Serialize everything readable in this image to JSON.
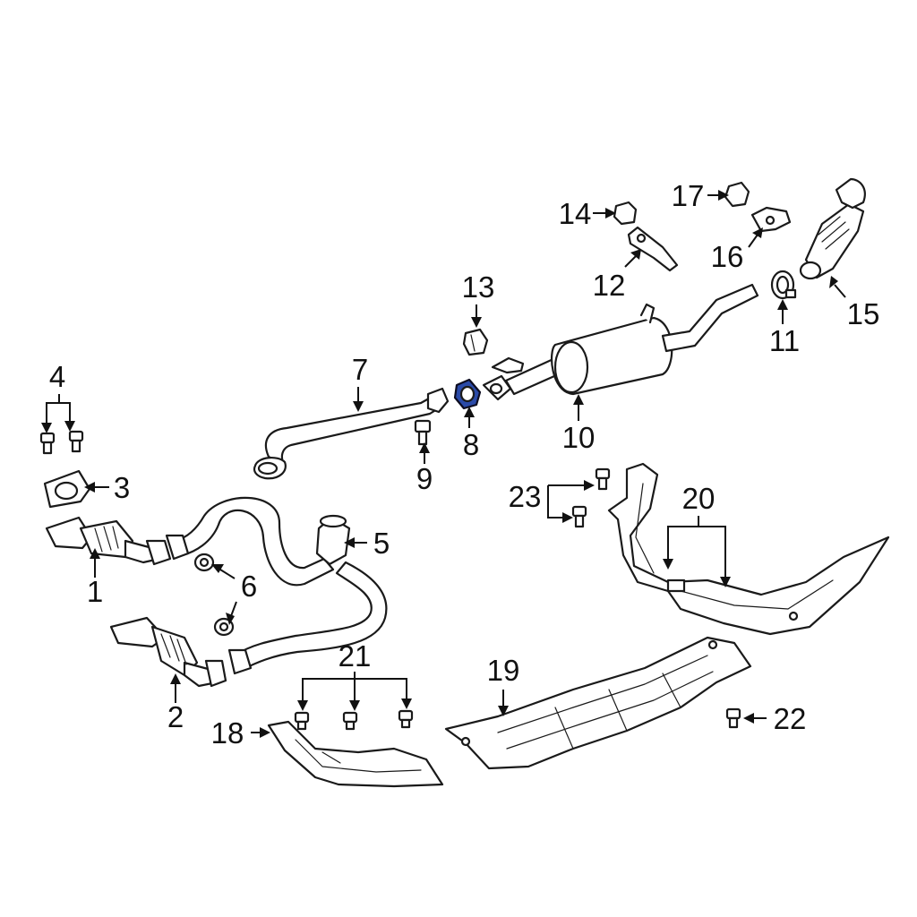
{
  "diagram": {
    "selected_part": "8",
    "callouts": [
      {
        "id": "1",
        "text": "1"
      },
      {
        "id": "2",
        "text": "2"
      },
      {
        "id": "3",
        "text": "3"
      },
      {
        "id": "4",
        "text": "4"
      },
      {
        "id": "5",
        "text": "5"
      },
      {
        "id": "6",
        "text": "6"
      },
      {
        "id": "7",
        "text": "7"
      },
      {
        "id": "8",
        "text": "8"
      },
      {
        "id": "9",
        "text": "9"
      },
      {
        "id": "10",
        "text": "10"
      },
      {
        "id": "11",
        "text": "11"
      },
      {
        "id": "12",
        "text": "12"
      },
      {
        "id": "13",
        "text": "13"
      },
      {
        "id": "14",
        "text": "14"
      },
      {
        "id": "15",
        "text": "15"
      },
      {
        "id": "16",
        "text": "16"
      },
      {
        "id": "17",
        "text": "17"
      },
      {
        "id": "18",
        "text": "18"
      },
      {
        "id": "19",
        "text": "19"
      },
      {
        "id": "20",
        "text": "20"
      },
      {
        "id": "21",
        "text": "21"
      },
      {
        "id": "22",
        "text": "22"
      },
      {
        "id": "23",
        "text": "23"
      }
    ],
    "colors": {
      "line": "#1a1a1a",
      "highlight": "#2a4aa8",
      "background": "#ffffff"
    }
  }
}
